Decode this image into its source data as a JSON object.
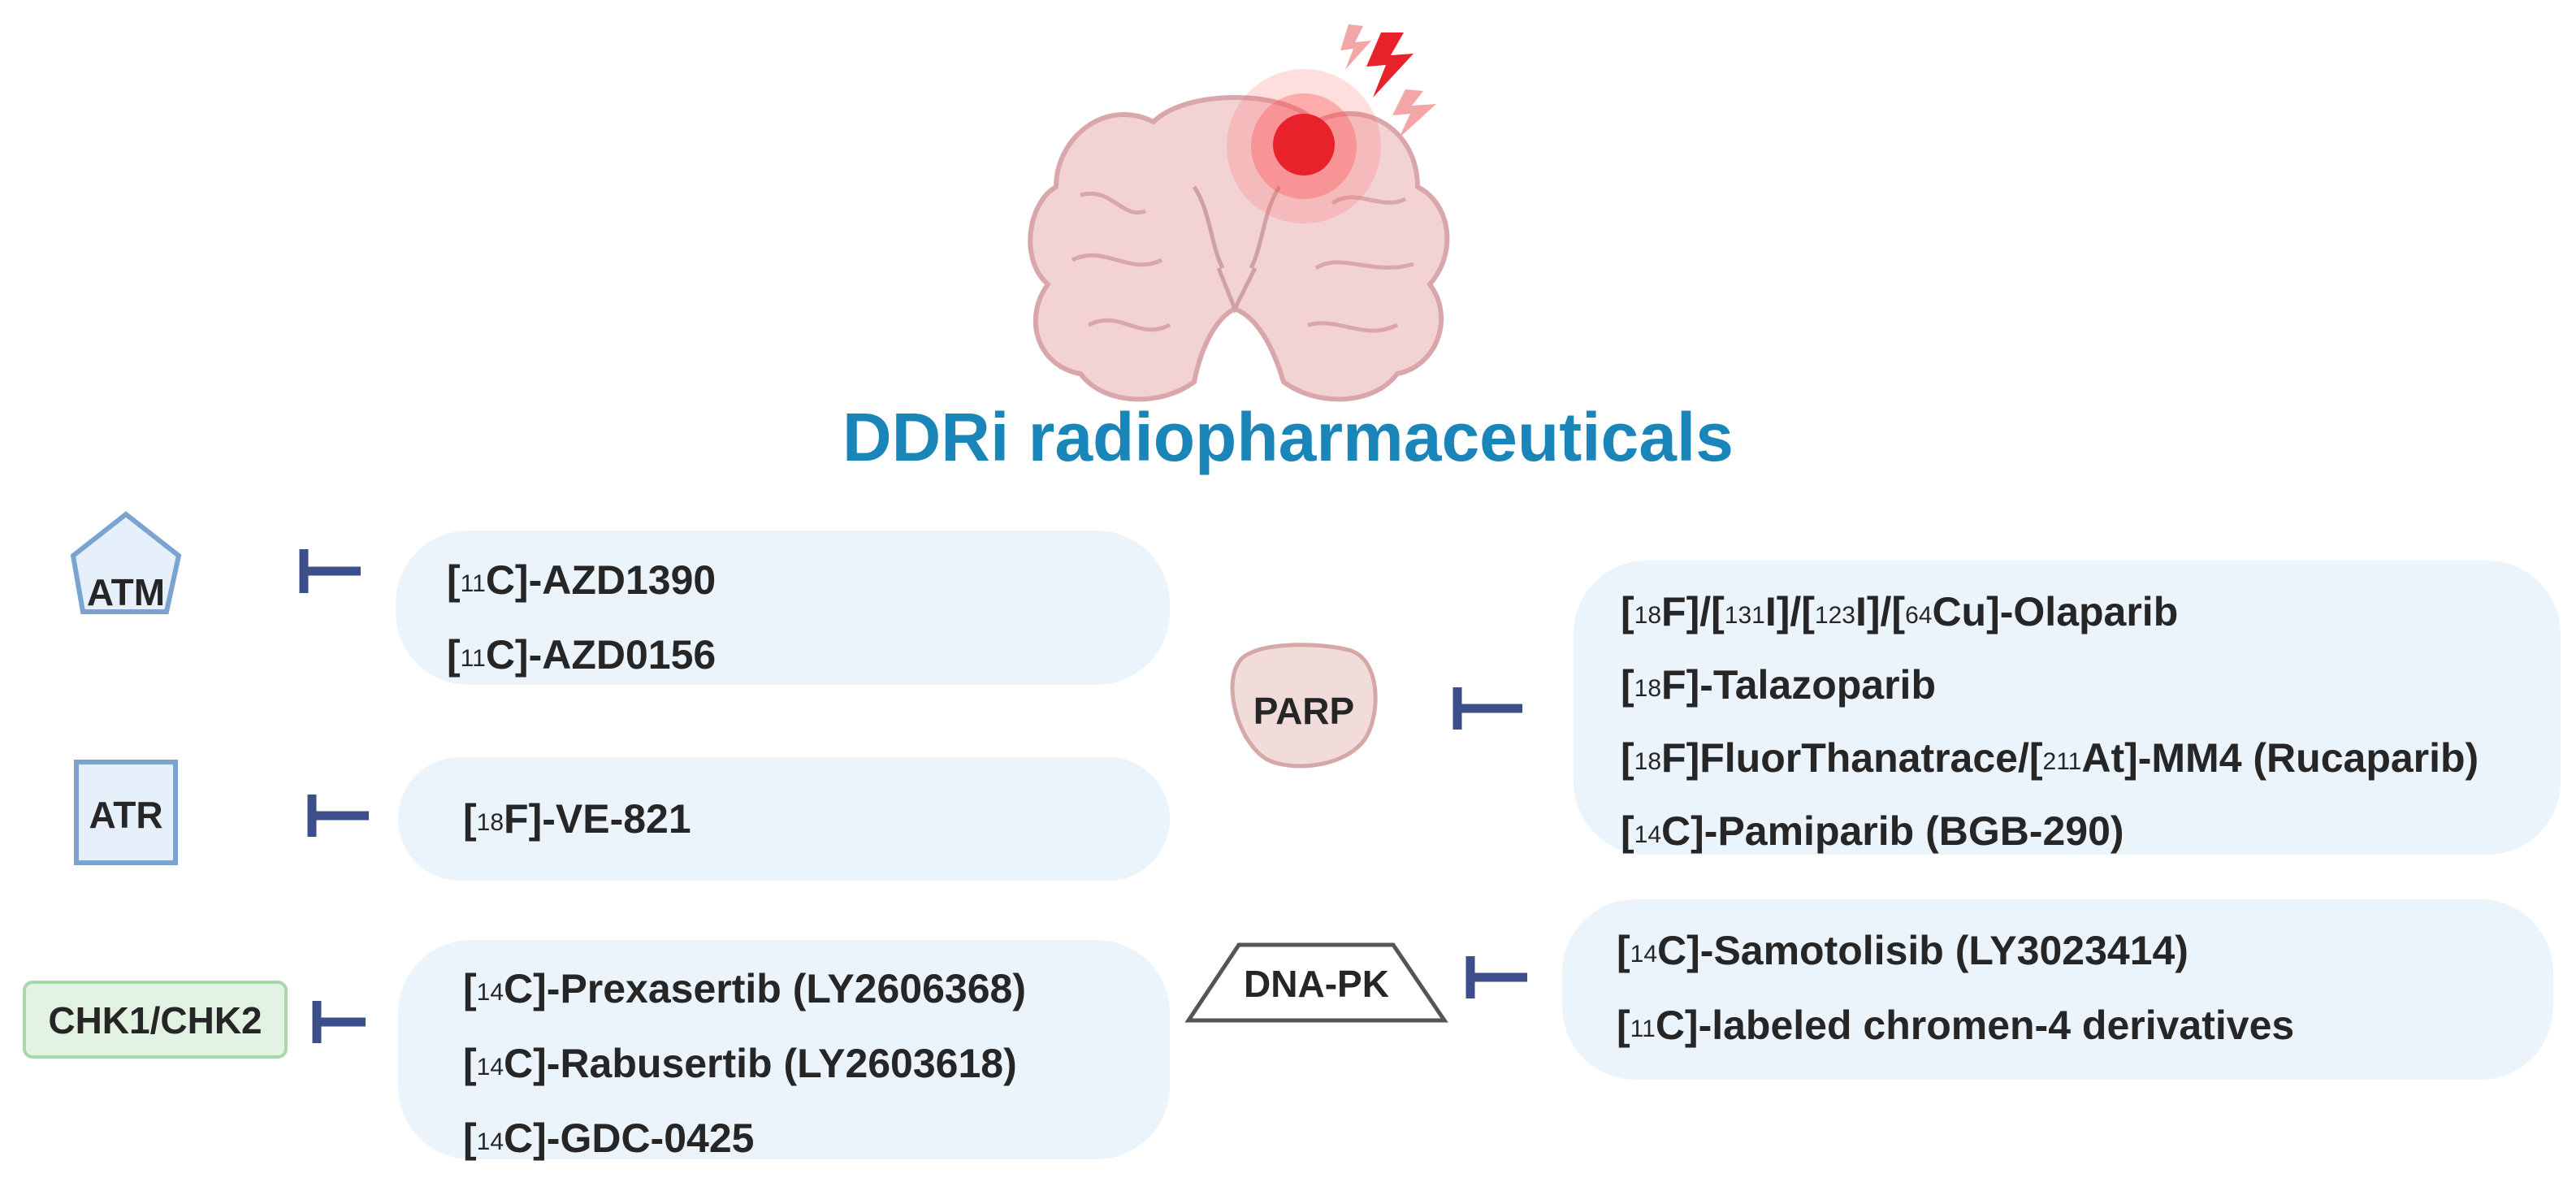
{
  "title": "DDRi radiopharmaceuticals",
  "colors": {
    "title": "#1a85b8",
    "panel": "#ebf3fb",
    "inhibitor": "#3d4f8a",
    "atm_shape": "#7aa3cf",
    "parp_shape": "#f1dcda",
    "chk_box": "#e3f3e3"
  },
  "icons": {
    "brain": "brain-tumor-icon",
    "lightning": "lightning-bolt-icon",
    "inhibition": "inhibition-arrow-icon"
  },
  "targets": {
    "atm": {
      "label": "ATM",
      "drugs": [
        {
          "iso": "11",
          "pre": "[",
          "post": "C]-AZD1390"
        },
        {
          "iso": "11",
          "pre": "[",
          "post": "C]-AZD0156"
        }
      ]
    },
    "atr": {
      "label": "ATR",
      "drugs": [
        {
          "iso": "18",
          "pre": "[",
          "post": "F]-VE-821"
        }
      ]
    },
    "chk": {
      "label": "CHK1/CHK2",
      "drugs": [
        {
          "iso": "14",
          "pre": "[",
          "post": "C]-Prexasertib (LY2606368)"
        },
        {
          "iso": "14",
          "pre": "[",
          "post": "C]-Rabusertib (LY2603618)"
        },
        {
          "iso": "14",
          "pre": "[",
          "post": "C]-GDC-0425"
        }
      ]
    },
    "parp": {
      "label": "PARP",
      "drugs": [
        {
          "parts": [
            "[",
            "18",
            "F]/[",
            "131",
            "I]/[",
            "123",
            "I]/[",
            "64",
            "Cu]-Olaparib"
          ]
        },
        {
          "parts": [
            "[",
            "18",
            "F]-Talazoparib"
          ]
        },
        {
          "parts": [
            "[",
            "18",
            "F]FluorThanatrace/[",
            "211",
            "At]-MM4 (Rucaparib)"
          ]
        },
        {
          "parts": [
            "[",
            "14",
            "C]-Pamiparib (BGB-290)"
          ]
        }
      ]
    },
    "dnapk": {
      "label": "DNA-PK",
      "drugs": [
        {
          "parts": [
            "[",
            "14",
            "C]-Samotolisib (LY3023414)"
          ]
        },
        {
          "parts": [
            "[",
            "11",
            "C]-labeled chromen-4 derivatives"
          ]
        }
      ]
    }
  }
}
